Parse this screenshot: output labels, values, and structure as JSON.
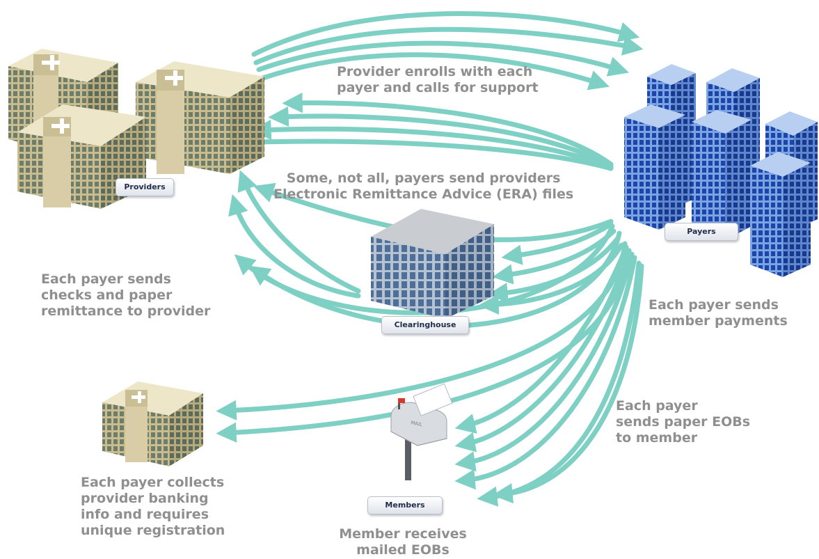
{
  "nodes": {
    "providers": "Providers",
    "payers": "Payers",
    "clearinghouse": "Clearinghouse",
    "members": "Members"
  },
  "captions": {
    "provider_enrolls": [
      "Provider enrolls with each",
      "payer and calls for support"
    ],
    "era_files": [
      "Some, not all, payers send providers",
      "Electronic Remittance Advice (ERA) files"
    ],
    "checks_paper": [
      "Each payer sends",
      "checks and paper",
      "remittance to provider"
    ],
    "member_payments": [
      "Each payer sends",
      "member payments"
    ],
    "paper_eobs": [
      "Each payer",
      "sends paper EOBs",
      "to member"
    ],
    "banking_info": [
      "Each payer collects",
      "provider banking",
      "info and requires",
      "unique registration"
    ],
    "mailed_eobs": [
      "Member receives",
      "mailed EOBs"
    ]
  },
  "mailbox_text": "MAIL",
  "colors": {
    "arrow": "#7fd0c4",
    "caption": "#8f8f8f",
    "provider_building": "#d8cda6",
    "payer_building": "#6f97dc",
    "clearinghouse_building": "#b9c6d6"
  }
}
